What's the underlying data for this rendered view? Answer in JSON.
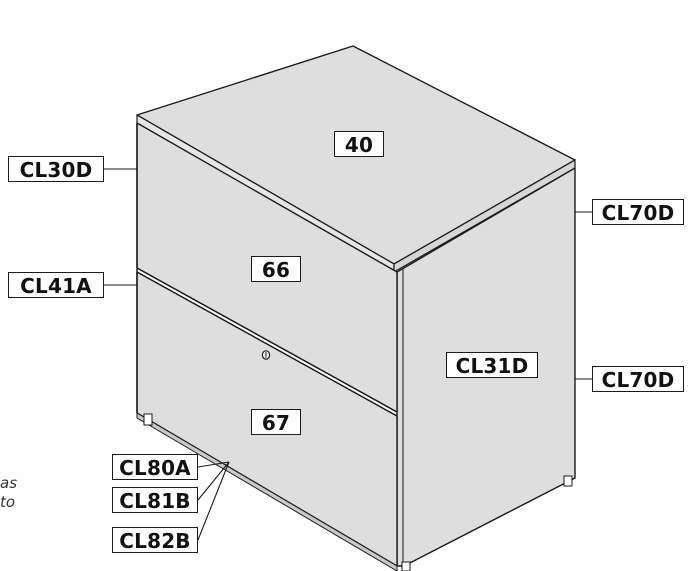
{
  "part_labels": {
    "top": "40",
    "upper_drawer": "66",
    "lower_drawer": "67",
    "side_panel": "CL31D",
    "left_edge_top": "CL30D",
    "left_edge_middle": "CL41A",
    "right_edge_upper": "CL70D",
    "right_edge_lower": "CL70D",
    "foot_1": "CL80A",
    "foot_2": "CL81B",
    "foot_3": "CL82B"
  },
  "note": {
    "line_1": "as",
    "line_2": "to"
  },
  "colors": {
    "panel_gray": "#dedede",
    "outline": "#1a1a1a",
    "label_border": "#1a1a1a",
    "background": "#ffffff"
  },
  "icons": {
    "lock": "keyhole-icon"
  }
}
